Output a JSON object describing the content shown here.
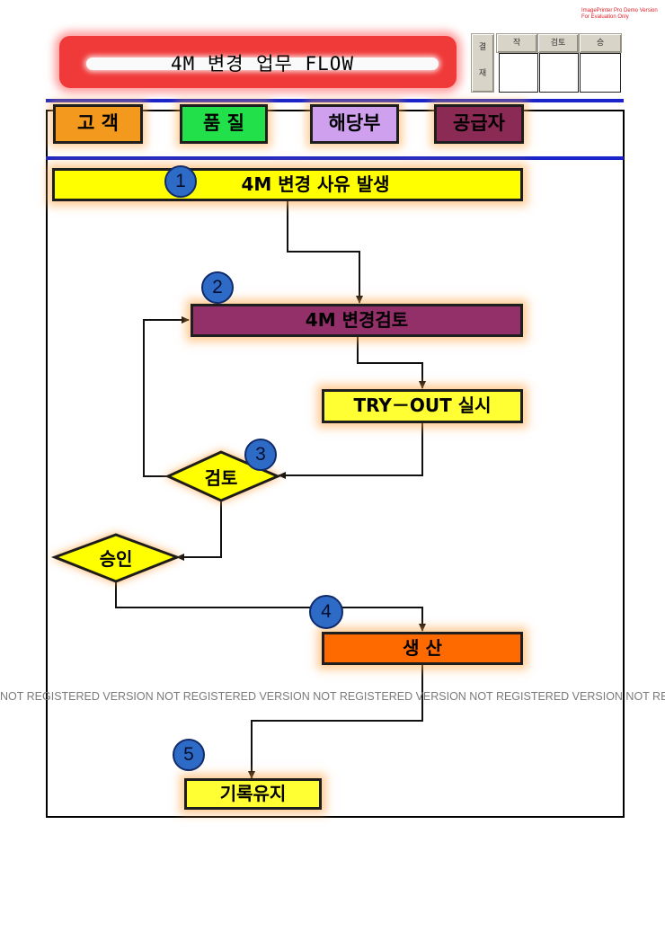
{
  "watermark": {
    "top_line1": "ImagePrinter Pro Demo Version",
    "top_line2": "For Evaluation Only",
    "band": "NOT REGISTERED VERSION NOT REGISTERED VERSION NOT REGISTERED VERSION NOT REGISTERED VERSION NOT REGISTERED VERSION"
  },
  "title": "4M 변경 업무  FLOW",
  "approval": {
    "label_top": "결",
    "label_bottom": "재",
    "col1": "작",
    "col2": "검토",
    "col3": "승"
  },
  "lanes": [
    {
      "label": "고  객",
      "color": "#f39a1e"
    },
    {
      "label": "품  질",
      "color": "#22e04a"
    },
    {
      "label": "해당부",
      "color": "#cfa0ee"
    },
    {
      "label": "공급자",
      "color": "#8b2a54"
    }
  ],
  "steps": {
    "s1": {
      "badge": "1",
      "label": "4M 변경 사유 발생",
      "color": "#ffff00"
    },
    "s2": {
      "badge": "2",
      "label": "4M 변경검토",
      "color": "#93306a"
    },
    "tryout": {
      "label": "TRY－OUT 실시",
      "color": "#ffff33"
    },
    "review": {
      "badge": "3",
      "label": "검토",
      "color": "#ffff00"
    },
    "approve": {
      "label": "승인",
      "color": "#ffff00"
    },
    "s4": {
      "badge": "4",
      "label": "생  산",
      "color": "#ff6a00"
    },
    "s5": {
      "badge": "5",
      "label": "기록유지",
      "color": "#ffff33"
    }
  }
}
